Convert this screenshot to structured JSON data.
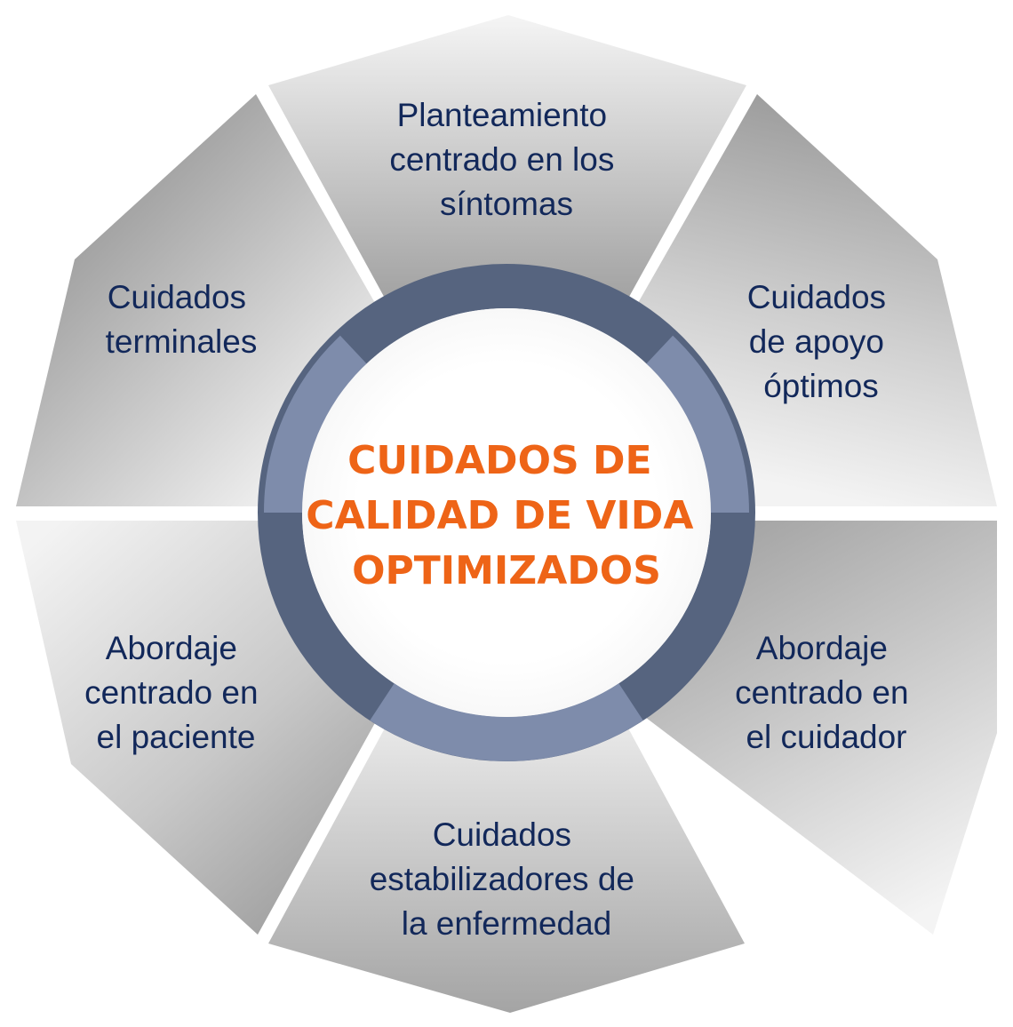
{
  "diagram": {
    "center": {
      "lines": [
        "CUIDADOS DE",
        "CALIDAD DE VIDA",
        "OPTIMIZADOS"
      ]
    },
    "segments": [
      {
        "id": "sintomas",
        "lines": [
          "Planteamiento",
          "centrado en los",
          "síntomas"
        ]
      },
      {
        "id": "apoyo",
        "lines": [
          "Cuidados",
          "de apoyo",
          "óptimos"
        ]
      },
      {
        "id": "cuidador",
        "lines": [
          "Abordaje",
          "centrado en",
          "el cuidador"
        ]
      },
      {
        "id": "estabilizadores",
        "lines": [
          "Cuidados",
          "estabilizadores de",
          "la enfermedad"
        ]
      },
      {
        "id": "paciente",
        "lines": [
          "Abordaje",
          "centrado en",
          "el paciente"
        ]
      },
      {
        "id": "terminales",
        "lines": [
          "Cuidados",
          "terminales"
        ]
      }
    ],
    "colors": {
      "label_text": "#12285a",
      "center_text": "#ee6417",
      "ring_dark": "#56647f",
      "ring_light": "#7e8cab",
      "segment_light": "#f4f4f4",
      "segment_dark": "#9e9e9e"
    }
  }
}
